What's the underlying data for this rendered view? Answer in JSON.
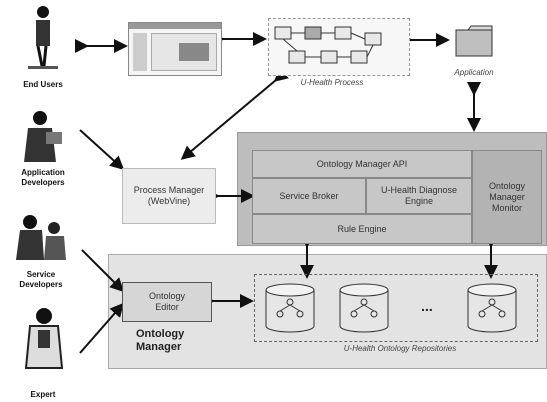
{
  "actors": {
    "end_users": "End Users",
    "app_developers": "Application Developers",
    "service_developers": "Service Developers",
    "expert": "Expert"
  },
  "top": {
    "process_caption": "U-Health Process",
    "application": "Application"
  },
  "process_manager": "Process Manager (WebVine)",
  "server": {
    "api": "Ontology Manager API",
    "service_broker": "Service Broker",
    "diagnose_engine": "U-Health Diagnose Engine",
    "rule_engine": "Rule Engine",
    "monitor": "Ontology Manager Monitor"
  },
  "ontology": {
    "editor": "Ontology Editor",
    "manager": "Ontology Manager",
    "repositories": "U-Health Ontology Repositories",
    "ellipsis": "..."
  }
}
